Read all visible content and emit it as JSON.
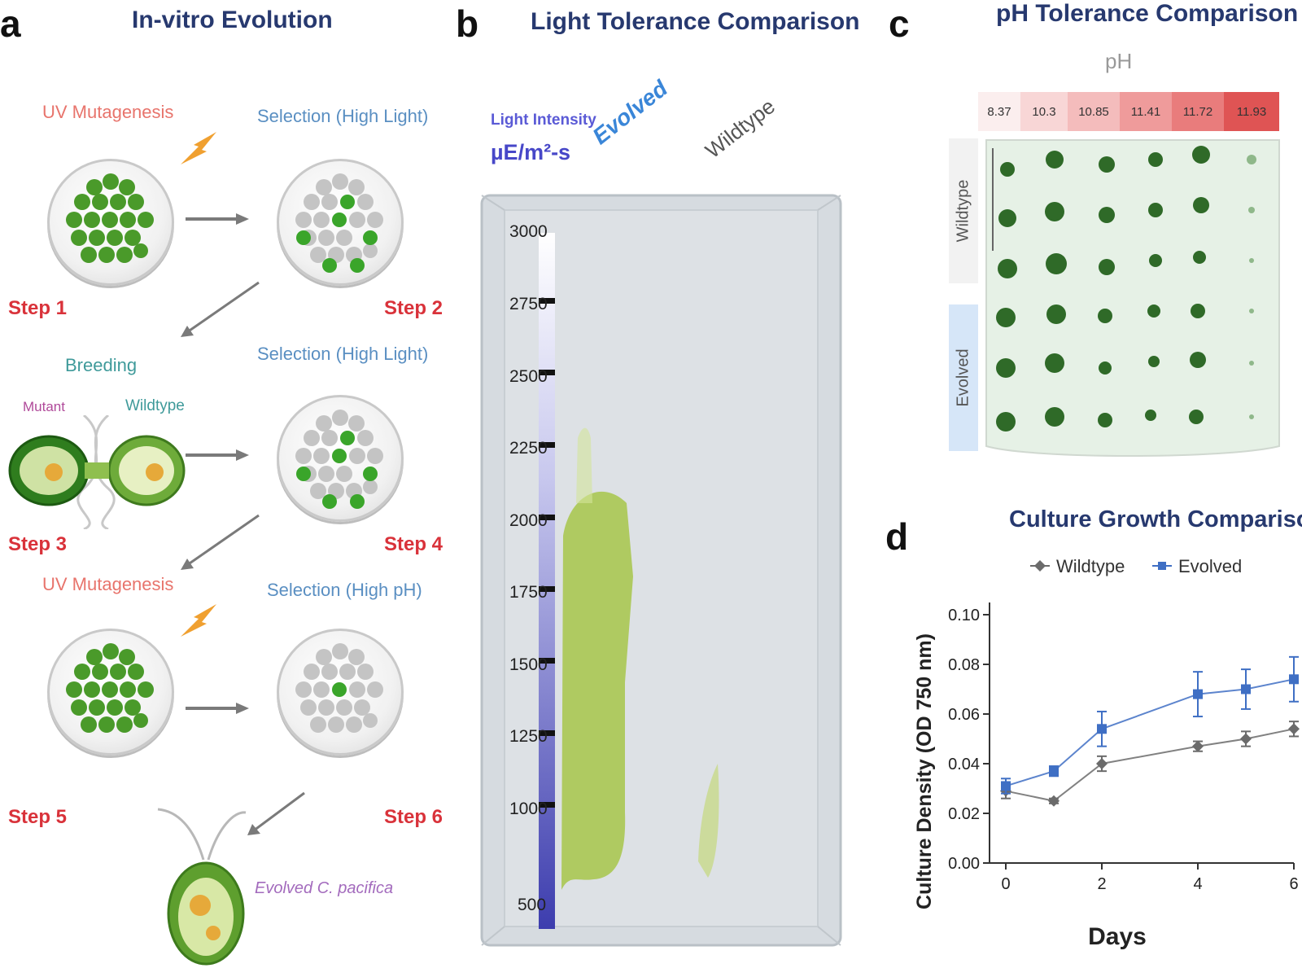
{
  "panel_a": {
    "letter": "a",
    "title": "In-vitro Evolution",
    "uv_label_1": "UV Mutagenesis",
    "selection_1": "Selection (High Light)",
    "breeding": "Breeding",
    "mutant": "Mutant",
    "wildtype": "Wildtype",
    "selection_2": "Selection (High Light)",
    "uv_label_2": "UV Mutagenesis",
    "selection_3": "Selection (High pH)",
    "steps": [
      "Step 1",
      "Step 2",
      "Step 3",
      "Step 4",
      "Step 5",
      "Step 6"
    ],
    "evolved_caption": "Evolved C. pacifica"
  },
  "panel_b": {
    "letter": "b",
    "title": "Light Tolerance Comparison",
    "intensity_label": "Light Intensity",
    "intensity_unit": "µE/m²-s",
    "evolved": "Evolved",
    "wildtype": "Wildtype",
    "scale_ticks": [
      "3000",
      "2750",
      "2500",
      "2250",
      "2000",
      "1750",
      "1500",
      "1250",
      "1000",
      "500"
    ]
  },
  "panel_c": {
    "letter": "c",
    "title": "pH Tolerance Comparison",
    "ph_label": "pH",
    "ph_values": [
      "8.37",
      "10.3",
      "10.85",
      "11.41",
      "11.72",
      "11.93"
    ],
    "ph_colors": [
      "#fbeeee",
      "#f8d6d6",
      "#f4bcbc",
      "#ef9b9b",
      "#e97c7c",
      "#df5454"
    ],
    "row_labels": [
      "Wildtype",
      "Evolved"
    ]
  },
  "panel_d": {
    "letter": "d",
    "chart_data": {
      "type": "line",
      "title": "Culture Growth Comparison",
      "xlabel": "Days",
      "ylabel": "Culture Density (OD 750 nm)",
      "x_ticks": [
        "0",
        "2",
        "4",
        "6"
      ],
      "y_ticks": [
        "0.00",
        "0.02",
        "0.04",
        "0.06",
        "0.08",
        "0.10"
      ],
      "xlim": [
        0,
        6
      ],
      "ylim": [
        0,
        0.1
      ],
      "legend_position": "top",
      "series": [
        {
          "name": "Wildtype",
          "color": "#6b6b6b",
          "marker": "diamond",
          "x": [
            0,
            1,
            2,
            4,
            5,
            6
          ],
          "y": [
            0.029,
            0.025,
            0.04,
            0.047,
            0.05,
            0.054
          ],
          "err": [
            0.003,
            0.001,
            0.003,
            0.002,
            0.003,
            0.003
          ]
        },
        {
          "name": "Evolved",
          "color": "#3f6fc4",
          "marker": "square",
          "x": [
            0,
            1,
            2,
            4,
            5,
            6
          ],
          "y": [
            0.031,
            0.037,
            0.054,
            0.068,
            0.07,
            0.074
          ],
          "err": [
            0.003,
            0.002,
            0.007,
            0.009,
            0.008,
            0.009
          ]
        }
      ]
    }
  }
}
